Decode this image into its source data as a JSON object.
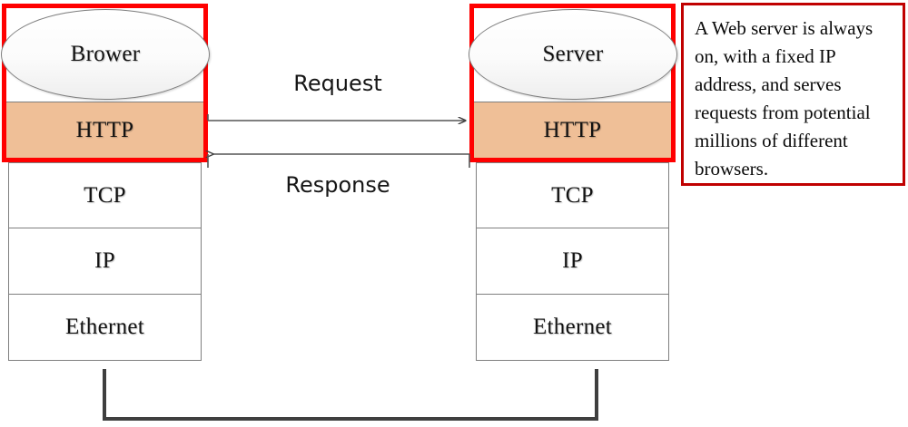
{
  "diagram": {
    "title": "HTTP request/response between browser and web server protocol stacks",
    "colors": {
      "highlight_border": "#FF0000",
      "http_fill": "#EFBF97",
      "annotation_border": "#C00000",
      "cell_border": "#7F7F7F",
      "link_line": "#3F3F3F"
    },
    "client_stack": {
      "node_label": "Brower",
      "layers": [
        {
          "name": "HTTP",
          "highlighted": true
        },
        {
          "name": "TCP",
          "highlighted": false
        },
        {
          "name": "IP",
          "highlighted": false
        },
        {
          "name": "Ethernet",
          "highlighted": false
        }
      ]
    },
    "server_stack": {
      "node_label": "Server",
      "layers": [
        {
          "name": "HTTP",
          "highlighted": true
        },
        {
          "name": "TCP",
          "highlighted": false
        },
        {
          "name": "IP",
          "highlighted": false
        },
        {
          "name": "Ethernet",
          "highlighted": false
        }
      ]
    },
    "messages": {
      "request_label": "Request",
      "response_label": "Response"
    },
    "annotation": {
      "text": "A Web server is always on, with a fixed IP address, and serves requests from potential millions of different browsers."
    }
  }
}
